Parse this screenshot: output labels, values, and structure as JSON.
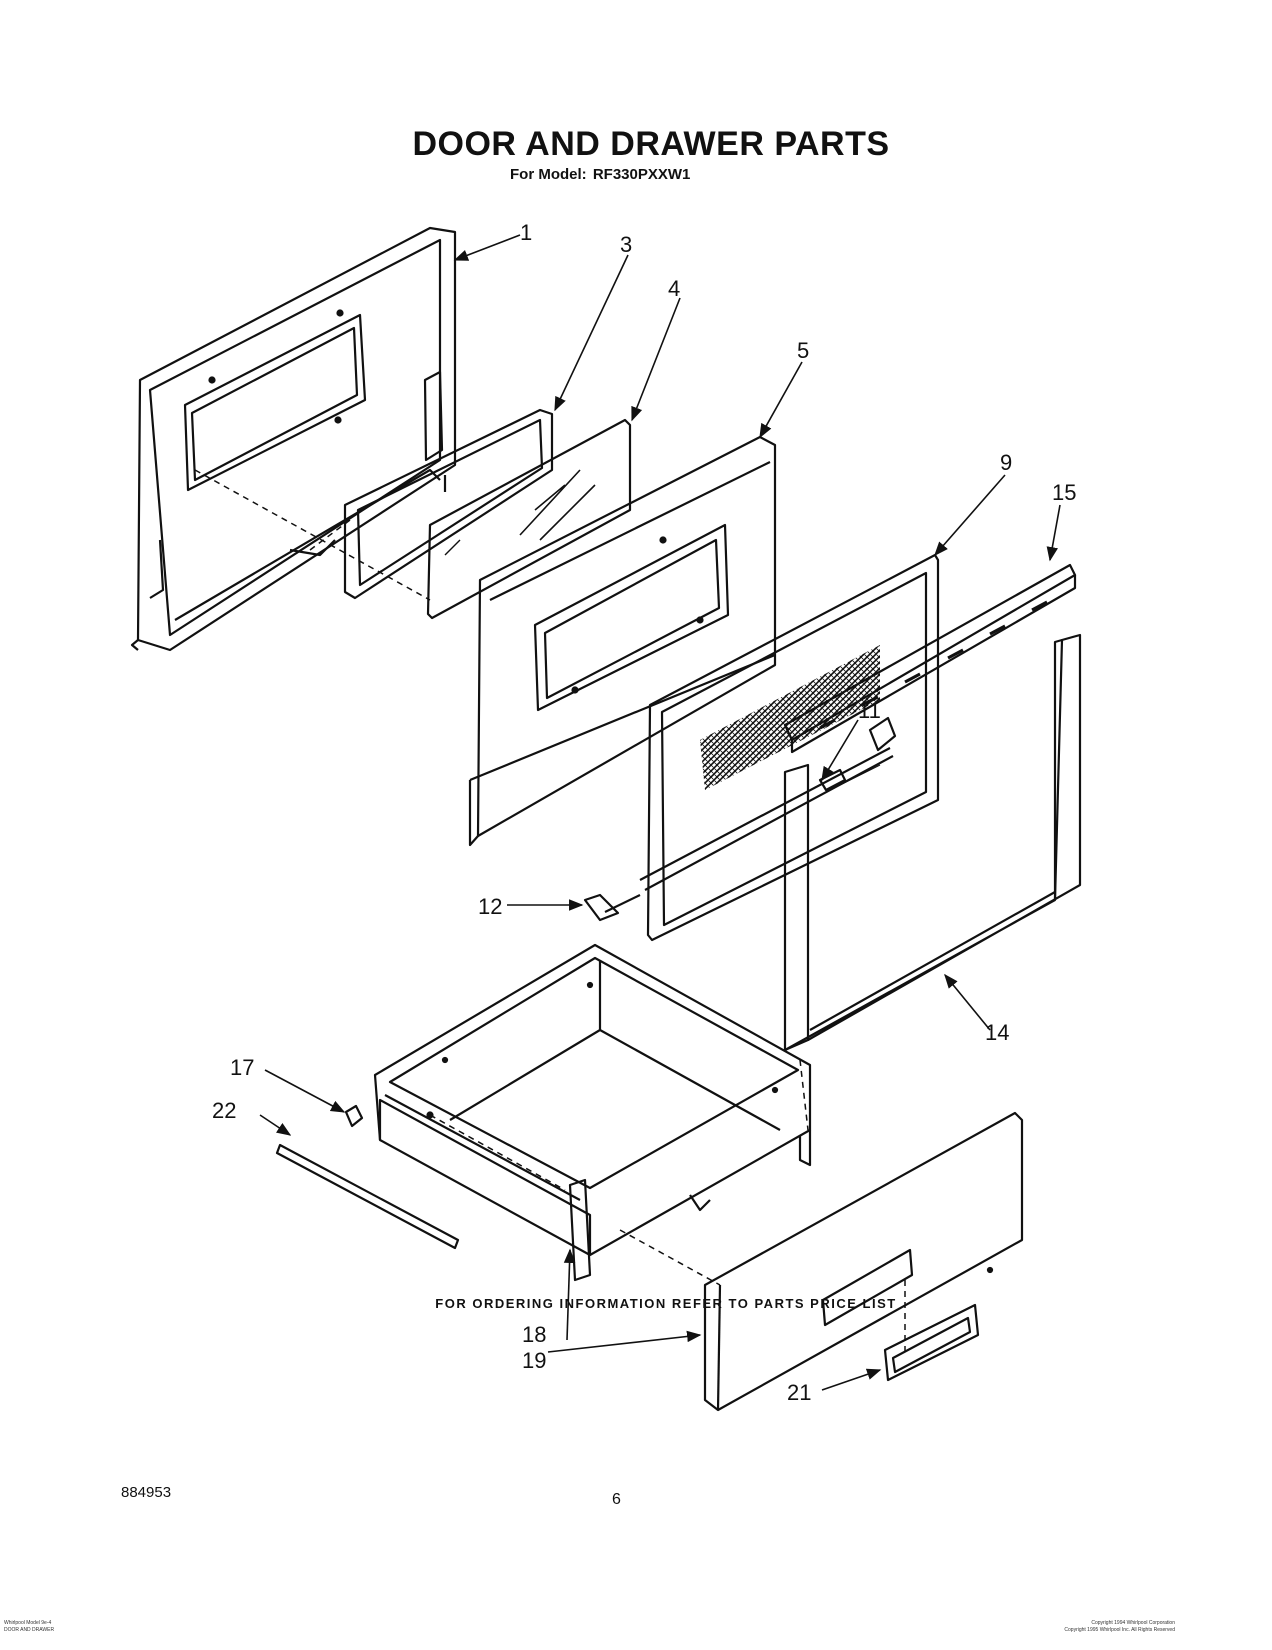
{
  "header": {
    "title": "DOOR AND DRAWER PARTS",
    "model_prefix": "For Model:",
    "model": "RF330PXXW1"
  },
  "callouts": [
    {
      "id": "1",
      "label": "1"
    },
    {
      "id": "3",
      "label": "3"
    },
    {
      "id": "4",
      "label": "4"
    },
    {
      "id": "5",
      "label": "5"
    },
    {
      "id": "9",
      "label": "9"
    },
    {
      "id": "15",
      "label": "15"
    },
    {
      "id": "11",
      "label": "11"
    },
    {
      "id": "12",
      "label": "12"
    },
    {
      "id": "14",
      "label": "14"
    },
    {
      "id": "17",
      "label": "17"
    },
    {
      "id": "22",
      "label": "22"
    },
    {
      "id": "18",
      "label": "18"
    },
    {
      "id": "19",
      "label": "19"
    },
    {
      "id": "21",
      "label": "21"
    }
  ],
  "footer": {
    "ordering_note": "FOR ORDERING INFORMATION REFER TO PARTS PRICE LIST",
    "doc_number": "884953",
    "page_number": "6",
    "fine_print_left": [
      "Whirlpool Model 9e-4",
      "DOOR AND DRAWER"
    ],
    "fine_print_right": [
      "Copyright 1994 Whirlpool Corporation",
      "Copyright 1995 Whirlpool Inc. All Rights Reserved"
    ]
  },
  "colors": {
    "ink": "#111111",
    "paper": "#ffffff"
  }
}
